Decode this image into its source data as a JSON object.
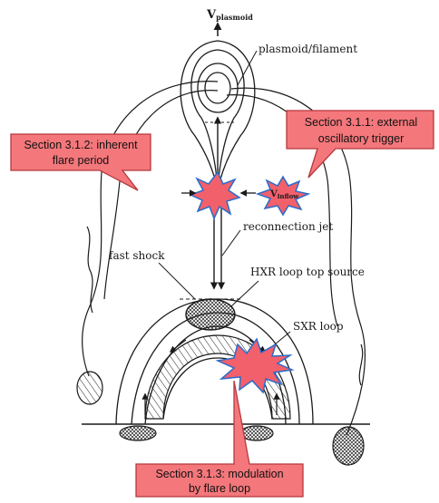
{
  "labels": {
    "v_plasmoid_main": "V",
    "v_plasmoid_sub": "plasmoid",
    "plasmoid": "plasmoid/filament",
    "reconnection_jet": "reconnection jet",
    "fast_shock": "fast shock",
    "hxr": "HXR loop top source",
    "sxr": "SXR loop",
    "v_inflow_main": "V",
    "v_inflow_sub": "inflow"
  },
  "callouts": {
    "external_line1": "Section 3.1.1: external",
    "external_line2": "oscillatory trigger",
    "inherent_line1": "Section 3.1.2: inherent",
    "inherent_line2": "flare period",
    "modulation_line1": "Section 3.1.3: modulation",
    "modulation_line2": "by flare loop"
  },
  "colors": {
    "callout_fill": "#f4777b",
    "callout_stroke": "#b5393d",
    "burst_fill": "#f2606b",
    "burst_stroke": "#2b6cc9",
    "ink": "#1a1a1a"
  }
}
